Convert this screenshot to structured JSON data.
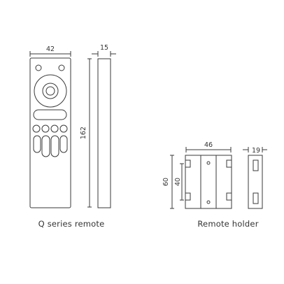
{
  "colors": {
    "stroke": "#3a3a3a",
    "text": "#333333",
    "background": "#ffffff"
  },
  "remote": {
    "caption": "Q series remote",
    "width_label": "42",
    "height_label": "162",
    "depth_label": "15"
  },
  "holder": {
    "caption": "Remote holder",
    "width_label": "46",
    "height_label": "60",
    "inner_height_label": "40",
    "depth_label": "19"
  }
}
